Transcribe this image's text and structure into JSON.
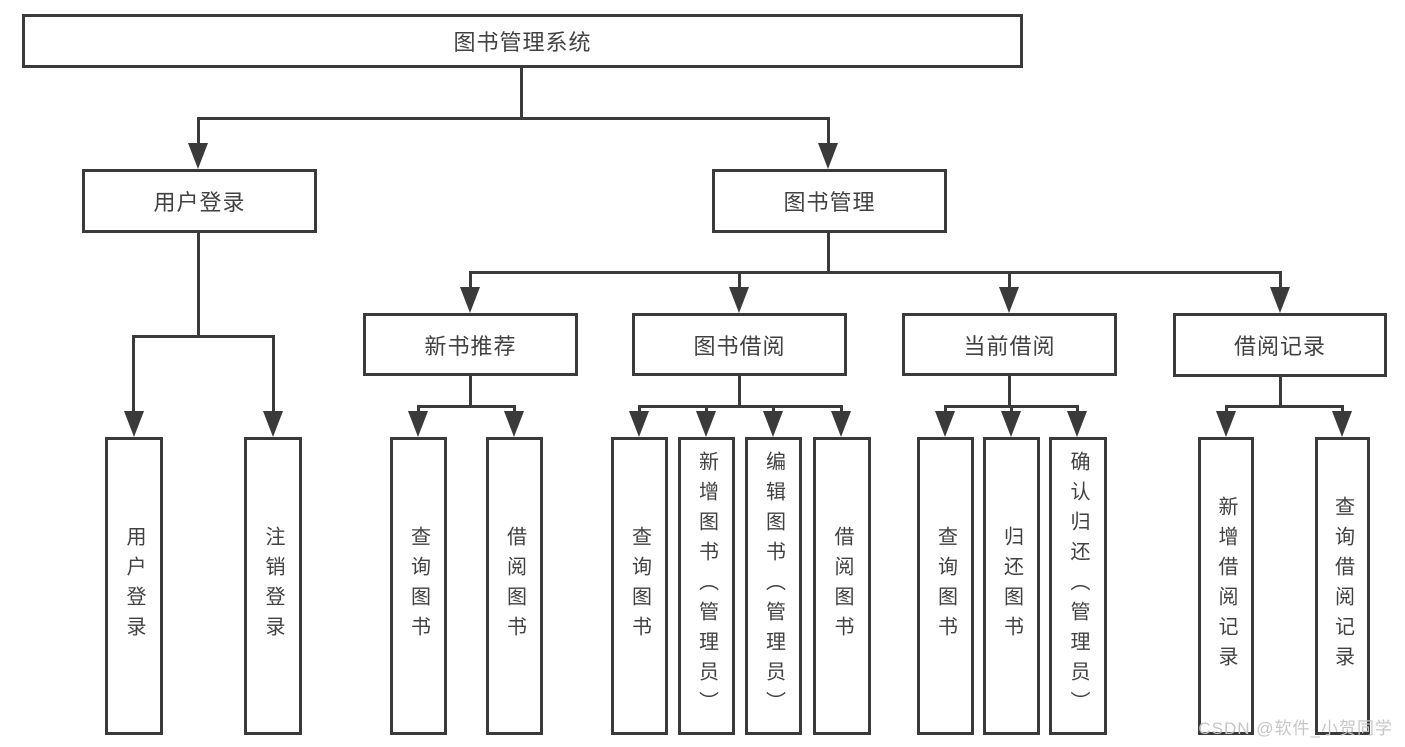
{
  "diagram": {
    "root": {
      "label": "图书管理系统"
    },
    "level2": [
      {
        "label": "用户登录"
      },
      {
        "label": "图书管理"
      }
    ],
    "level3": [
      {
        "label": "新书推荐"
      },
      {
        "label": "图书借阅"
      },
      {
        "label": "当前借阅"
      },
      {
        "label": "借阅记录"
      }
    ],
    "leaves": {
      "user_login": [
        "用户登录",
        "注销登录"
      ],
      "new_book": [
        "查询图书",
        "借阅图书"
      ],
      "book_borrow": [
        "查询图书",
        "新增图书（管理员）",
        "编辑图书（管理员）",
        "借阅图书"
      ],
      "current_borrow": [
        "查询图书",
        "归还图书",
        "确认归还（管理员）"
      ],
      "borrow_record": [
        "新增借阅记录",
        "查询借阅记录"
      ]
    }
  },
  "watermark": {
    "text": "CSDN @软件_小贺同学"
  },
  "colors": {
    "line": "#3a3a3a",
    "text": "#414141",
    "watermark_text": "#c6c6c6",
    "background": "#ffffff"
  }
}
